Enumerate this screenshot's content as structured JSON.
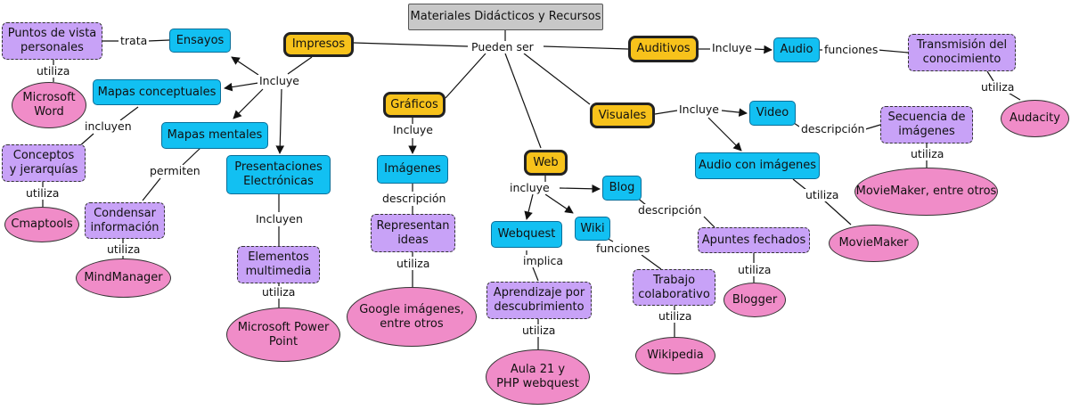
{
  "root": "Materiales Didácticos y Recursos",
  "categories": {
    "impresos": "Impresos",
    "auditivos": "Auditivos",
    "graficos": "Gráficos",
    "visuales": "Visuales",
    "web": "Web"
  },
  "concepts": {
    "ensayos": "Ensayos",
    "mapas_conceptuales": "Mapas conceptuales",
    "mapas_mentales": "Mapas mentales",
    "presentaciones": "Presentaciones\nElectrónicas",
    "audio": "Audio",
    "imagenes": "Imágenes",
    "video": "Video",
    "audio_imagenes": "Audio con imágenes",
    "blog": "Blog",
    "webquest": "Webquest",
    "wiki": "Wiki"
  },
  "details": {
    "puntos_vista": "Puntos de vista\npersonales",
    "conceptos_jerarquias": "Conceptos\ny jerarquías",
    "condensar": "Condensar\ninformación",
    "elementos_multimedia": "Elementos\nmultimedia",
    "transmision": "Transmisión del\nconocimiento",
    "representan": "Representan\nideas",
    "secuencia": "Secuencia de\nimágenes",
    "apuntes": "Apuntes fechados",
    "aprendizaje": "Aprendizaje por\ndescubrimiento",
    "trabajo": "Trabajo\ncolaborativo"
  },
  "tools": {
    "word": "Microsoft\nWord",
    "cmaptools": "Cmaptools",
    "mindmanager": "MindManager",
    "powerpoint": "Microsoft Power\nPoint",
    "audacity": "Audacity",
    "google": "Google imágenes,\nentre otros",
    "moviemaker_otros": "MovieMaker, entre otros",
    "moviemaker": "MovieMaker",
    "blogger": "Blogger",
    "aula21": "Aula 21 y\nPHP webquest",
    "wikipedia": "Wikipedia"
  },
  "links": {
    "pueden_ser": "Pueden ser",
    "incluye_impresos": "Incluye",
    "trata": "trata",
    "incluyen_mapas": "incluyen",
    "permiten": "permiten",
    "incluyen_pres": "Incluyen",
    "incluye_auditivos": "Incluye",
    "funciones_audio": "funciones",
    "incluye_graficos": "Incluye",
    "descripcion_imagenes": "descripción",
    "incluye_visuales": "Incluye",
    "descripcion_video": "descripción",
    "incluye_web": "incluye",
    "descripcion_blog": "descripción",
    "implica": "implica",
    "funciones_wiki": "funciones",
    "utiliza": "utiliza"
  }
}
